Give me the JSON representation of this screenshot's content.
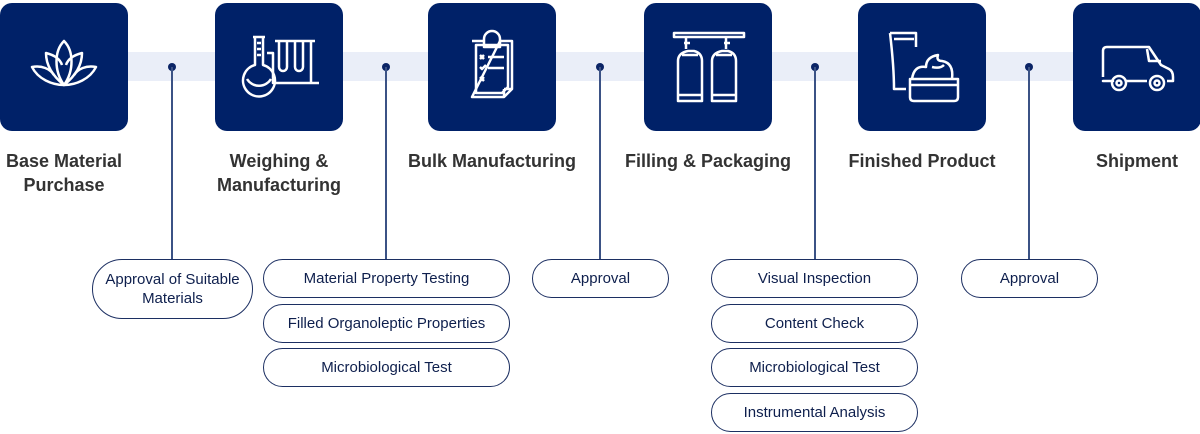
{
  "colors": {
    "box": "#002168",
    "band": "#eaeef8",
    "line": "#3b5285",
    "pill_border": "#1c2f62",
    "title_text": "#333333",
    "pill_text": "#0e1f4d"
  },
  "steps": [
    {
      "title": "Base Material Purchase",
      "icon": "lotus-icon"
    },
    {
      "title": "Weighing & Manufacturing",
      "icon": "lab-flask-icon"
    },
    {
      "title": "Bulk Manufacturing",
      "icon": "clipboard-checklist-icon"
    },
    {
      "title": "Filling & Packaging",
      "icon": "bottle-filling-icon"
    },
    {
      "title": "Finished Product",
      "icon": "cosmetic-cream-icon"
    },
    {
      "title": "Shipment",
      "icon": "delivery-van-icon"
    }
  ],
  "checkpoints": [
    {
      "items": [
        "Approval of Suitable Materials"
      ]
    },
    {
      "items": [
        "Material Property Testing",
        "Filled Organoleptic Properties",
        "Microbiological Test"
      ]
    },
    {
      "items": [
        "Approval"
      ]
    },
    {
      "items": [
        "Visual Inspection",
        "Content Check",
        "Microbiological Test",
        "Instrumental Analysis"
      ]
    },
    {
      "items": [
        "Approval"
      ]
    }
  ]
}
